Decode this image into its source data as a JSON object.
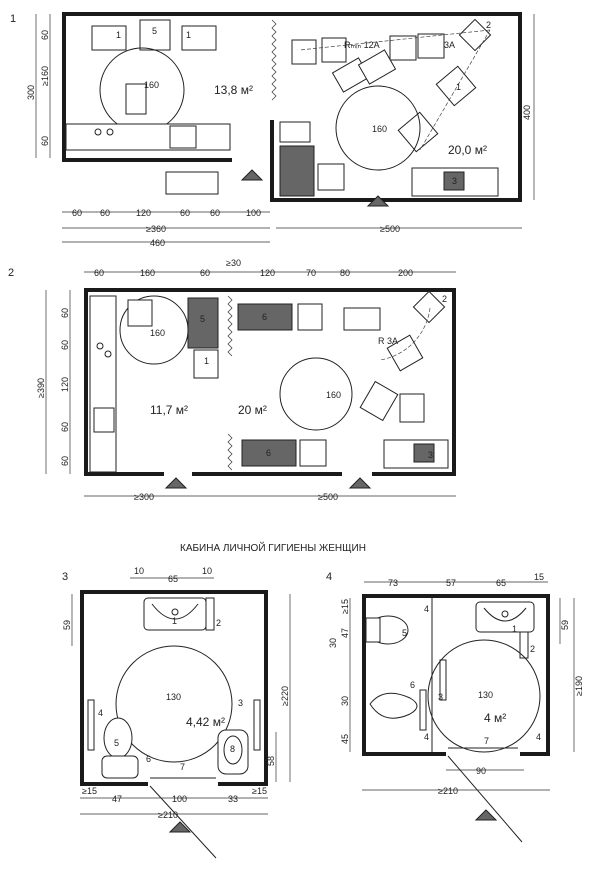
{
  "plan1": {
    "number": "1",
    "area_left": "13,8 м²",
    "area_right": "20,0 м²",
    "circle_left": "160",
    "circle_right": "160",
    "radius_label": "Rₘᵢₙ 12A",
    "label_3A": "3A",
    "dims_left_vertical": [
      "60",
      "≥160",
      "60"
    ],
    "dim_left_total": "300",
    "dim_right_total": "400",
    "dims_bottom": [
      "60",
      "60",
      "120",
      "60",
      "60",
      "100"
    ],
    "dim_bottom_a": "≥360",
    "dim_bottom_b": "460",
    "dim_bottom_c": "≥500",
    "item_labels": [
      "1",
      "5",
      "1",
      "1",
      "2",
      "3"
    ]
  },
  "plan2": {
    "number": "2",
    "area_left": "11,7 м²",
    "area_right": "20 м²",
    "circle_left": "160",
    "circle_right": "160",
    "radius_label": "R 3A",
    "dims_top": [
      "60",
      "160",
      "60",
      "≥30",
      "120",
      "70",
      "80",
      "200"
    ],
    "dims_left_vertical": [
      "60",
      "60",
      "120",
      "60",
      "60"
    ],
    "dim_left_total": "≥390",
    "dim_bottom_a": "≥300",
    "dim_bottom_b": "≥500",
    "item_labels": [
      "5",
      "1",
      "6",
      "6",
      "2",
      "3"
    ]
  },
  "section_title": "КАБИНА ЛИЧНОЙ ГИГИЕНЫ ЖЕНЩИН",
  "plan3": {
    "number": "3",
    "area": "4,42 м²",
    "circle": "130",
    "dims_top": [
      "10",
      "65",
      "10"
    ],
    "dim_left": "59",
    "dim_right_total": "≥220",
    "dim_right_b": "58",
    "dims_bottom": [
      "≥15",
      "47",
      "100",
      "33",
      "≥15"
    ],
    "dim_bottom_total": "≥210",
    "item_labels": [
      "1",
      "2",
      "4",
      "5",
      "6",
      "7",
      "8",
      "3"
    ]
  },
  "plan4": {
    "number": "4",
    "area": "4 м²",
    "circle": "130",
    "dims_top": [
      "73",
      "57",
      "65",
      "15"
    ],
    "dims_left": [
      "47",
      "≥15",
      "30",
      "30",
      "45"
    ],
    "dim_right_a": "59",
    "dim_right_total": "≥190",
    "dim_bottom_a": "90",
    "dim_bottom_total": "≥210",
    "item_labels": [
      "4",
      "5",
      "1",
      "2",
      "6",
      "3",
      "4",
      "7",
      "4"
    ]
  }
}
